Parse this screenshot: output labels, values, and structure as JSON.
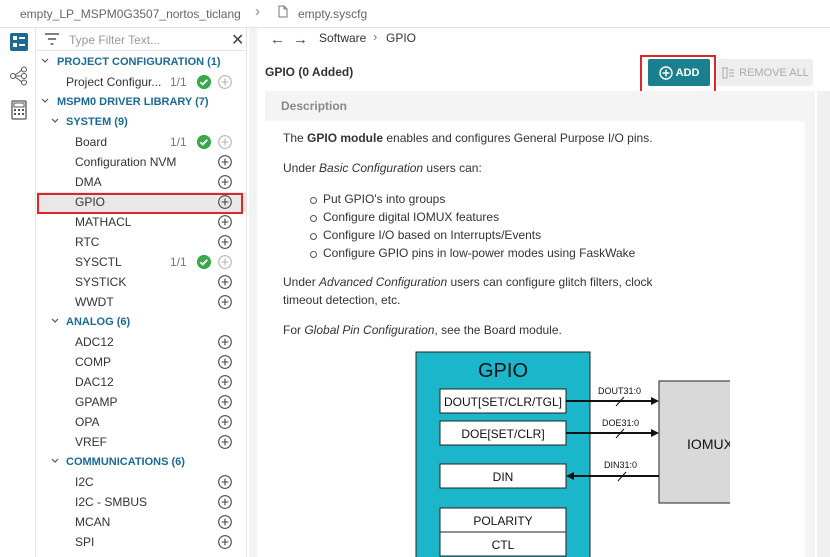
{
  "tabbar": {
    "project": "empty_LP_MSPM0G3507_nortos_ticlang",
    "file": "empty.syscfg"
  },
  "filter": {
    "placeholder": "Type Filter Text..."
  },
  "nav": {
    "crumbs": [
      "Software",
      "GPIO"
    ]
  },
  "tree": {
    "project_config": {
      "label": "PROJECT CONFIGURATION (1)"
    },
    "project_item": {
      "label": "Project Configur...",
      "count": "1/1"
    },
    "driver_lib": {
      "label": "MSPM0 DRIVER LIBRARY (7)"
    },
    "system": {
      "label": "SYSTEM (9)"
    },
    "system_items": [
      {
        "label": "Board",
        "count": "1/1"
      },
      {
        "label": "Configuration NVM"
      },
      {
        "label": "DMA"
      },
      {
        "label": "GPIO"
      },
      {
        "label": "MATHACL"
      },
      {
        "label": "RTC"
      },
      {
        "label": "SYSCTL",
        "count": "1/1"
      },
      {
        "label": "SYSTICK"
      },
      {
        "label": "WWDT"
      }
    ],
    "analog": {
      "label": "ANALOG (6)"
    },
    "analog_items": [
      {
        "label": "ADC12"
      },
      {
        "label": "COMP"
      },
      {
        "label": "DAC12"
      },
      {
        "label": "GPAMP"
      },
      {
        "label": "OPA"
      },
      {
        "label": "VREF"
      }
    ],
    "comms": {
      "label": "COMMUNICATIONS (6)"
    },
    "comms_items": [
      {
        "label": "I2C"
      },
      {
        "label": "I2C - SMBUS"
      },
      {
        "label": "MCAN"
      },
      {
        "label": "SPI"
      }
    ]
  },
  "panel": {
    "title": "GPIO (0 Added)",
    "add_label": "ADD",
    "remove_label": "REMOVE ALL"
  },
  "description": {
    "heading": "Description",
    "p1_bold": "GPIO module",
    "p1_pre": "The ",
    "p1_post": " enables and configures General Purpose I/O pins.",
    "p2_pre": "Under ",
    "p2_em": "Basic Configuration",
    "p2_post": " users can:",
    "bullets": [
      "Put GPIO's into groups",
      "Configure digital IOMUX features",
      "Configure I/O based on Interrupts/Events",
      "Configure GPIO pins in low-power modes using FaskWake"
    ],
    "p3_pre": "Under ",
    "p3_em": "Advanced Configuration",
    "p3_post": " users can configure glitch filters, clock",
    "p3_line2": "timeout detection, etc.",
    "p4_pre": "For ",
    "p4_em": "Global Pin Configuration",
    "p4_post": ", see the Board module."
  },
  "diagram": {
    "gpio_title": "GPIO",
    "boxes": [
      "DOUT[SET/CLR/TGL]",
      "DOE[SET/CLR]",
      "DIN",
      "POLARITY",
      "CTL"
    ],
    "signals": [
      "DOUT31:0",
      "DOE31:0",
      "DIN31:0"
    ],
    "iomux": "IOMUX"
  },
  "colors": {
    "accent": "#1a7f8f",
    "category": "#1a6a95",
    "ok": "#3aa84f",
    "highlight": "#e0242b",
    "gpio_block": "#1bb6c9",
    "iomux_block": "#d9d9d9"
  },
  "icons": [
    "chevron-right-icon",
    "file-icon",
    "filter-icon",
    "close-icon",
    "arrow-left-icon",
    "arrow-right-icon",
    "check-circle-icon",
    "add-circle-icon",
    "trash-icon"
  ]
}
